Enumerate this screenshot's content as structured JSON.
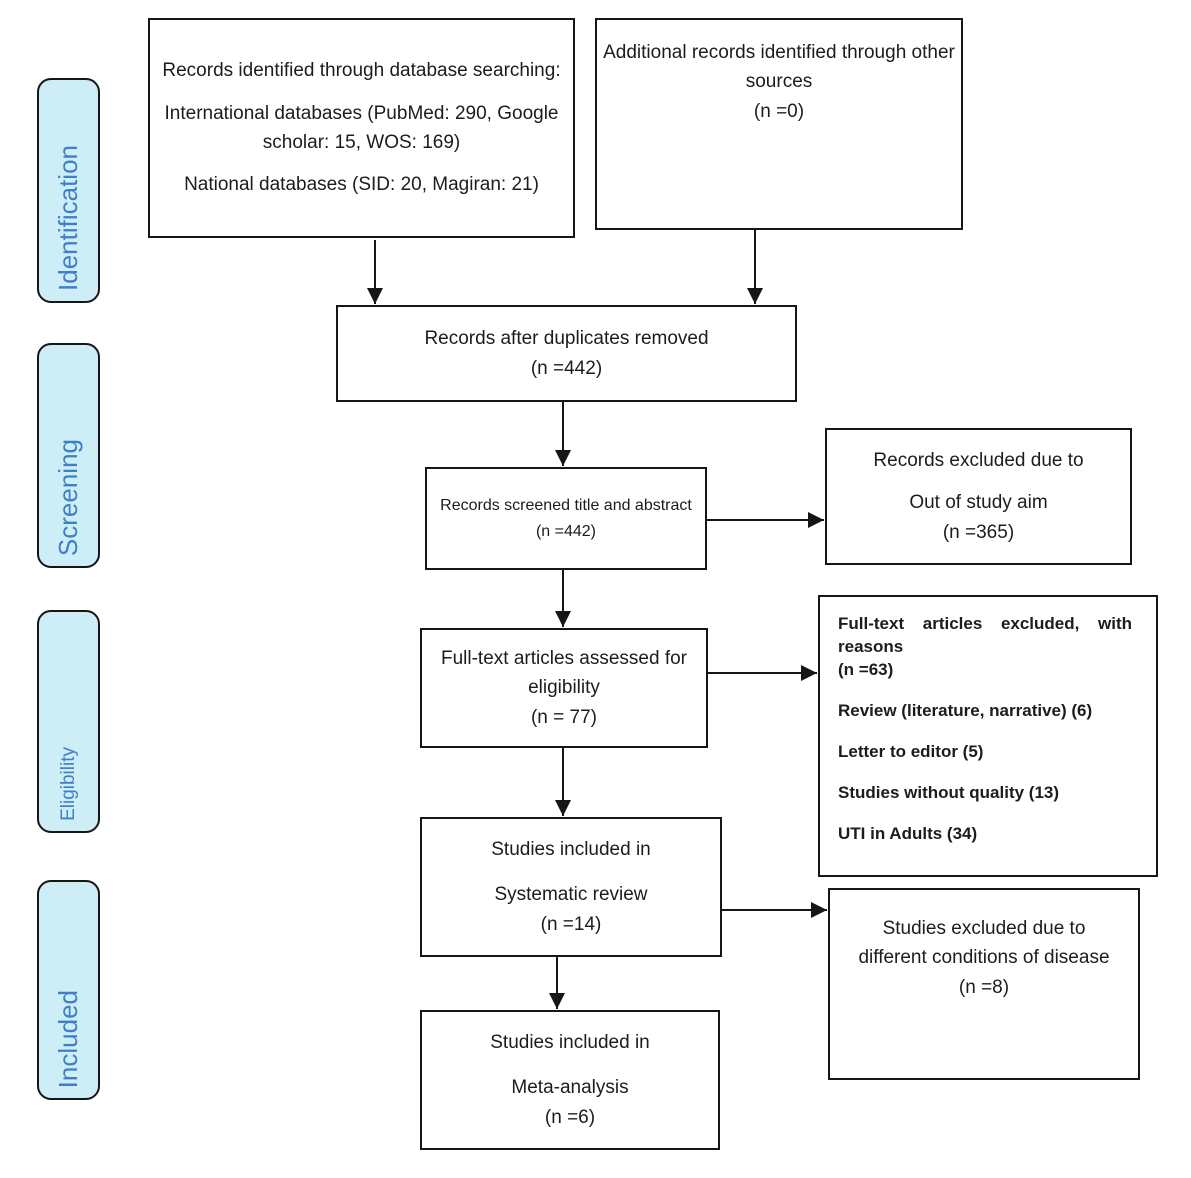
{
  "diagram": {
    "type": "PRISMA flow diagram",
    "colors": {
      "box_border": "#161616",
      "stage_fill": "#cdeef7",
      "stage_text": "#3f7fc8",
      "arrow": "#161616"
    }
  },
  "stages": [
    {
      "id": "identification",
      "label": "Identification"
    },
    {
      "id": "screening",
      "label": "Screening"
    },
    {
      "id": "eligibility",
      "label": "Eligibility"
    },
    {
      "id": "included",
      "label": "Included"
    }
  ],
  "boxes": {
    "records_identified": {
      "title": "Records identified through database searching:",
      "international": "International databases (PubMed: 290, Google scholar: 15, WOS: 169)",
      "national": "National databases (SID: 20, Magiran: 21)"
    },
    "additional_records": {
      "text": "Additional records identified through other sources",
      "n": "(n =0)"
    },
    "duplicates_removed": {
      "text": "Records after duplicates removed",
      "n": "(n =442)"
    },
    "records_screened": {
      "text": "Records screened title and abstract",
      "n": "(n =442)"
    },
    "records_excluded": {
      "line1": "Records excluded due to",
      "line2": "Out of study aim",
      "n": "(n =365)"
    },
    "fulltext_assessed": {
      "text": "Full-text articles assessed for eligibility",
      "n": "(n = 77)"
    },
    "fulltext_excluded": {
      "heading": "Full-text articles excluded, with reasons",
      "n": "(n =63)",
      "reasons": [
        "Review (literature, narrative) (6)",
        "Letter to editor (5)",
        "Studies without quality (13)",
        "UTI in Adults (34)"
      ]
    },
    "systematic_review": {
      "line1": "Studies included in",
      "line2": "Systematic review",
      "n": "(n =14)"
    },
    "studies_excluded": {
      "text": "Studies excluded due to different conditions of disease",
      "n": "(n =8)"
    },
    "meta_analysis": {
      "line1": "Studies included in",
      "line2": "Meta-analysis",
      "n": "(n =6)"
    }
  }
}
